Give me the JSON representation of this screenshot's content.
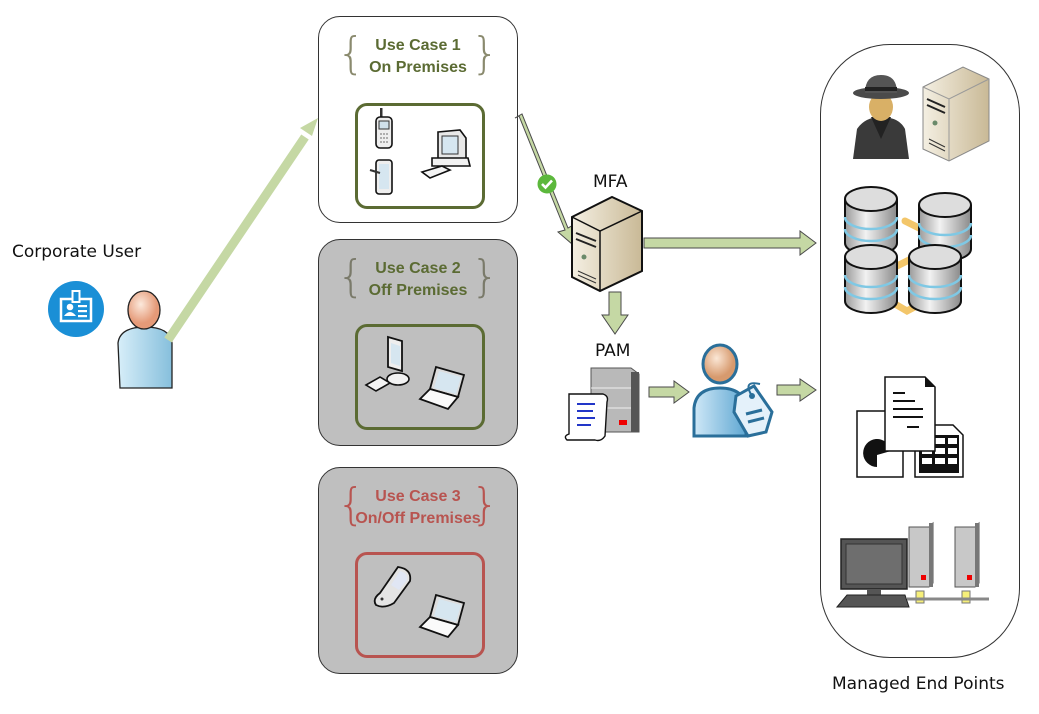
{
  "user": {
    "label": "Corporate User",
    "badge_icon": "id-badge-icon",
    "person_icon": "user-icon"
  },
  "use_cases": [
    {
      "line1": "Use Case 1",
      "line2": "On Premises",
      "text_color": "#5b6b33",
      "background": "white",
      "devices": [
        "cell-phone-icon",
        "tablet-icon",
        "desktop-computer-icon"
      ]
    },
    {
      "line1": "Use Case 2",
      "line2": "Off Premises",
      "text_color": "#5b6b33",
      "background": "grey",
      "devices": [
        "monitor-keyboard-icon",
        "laptop-icon"
      ]
    },
    {
      "line1": "Use Case 3",
      "line2": "On/Off Premises",
      "text_color": "#b85450",
      "background": "grey",
      "devices": [
        "flip-phone-icon",
        "laptop-icon"
      ]
    }
  ],
  "mfa": {
    "label": "MFA",
    "icon": "server-tower-icon",
    "check_icon": "checkmark-icon"
  },
  "pam": {
    "label": "PAM",
    "icon": "server-script-icon",
    "identity_icon": "user-tag-icon"
  },
  "endpoints": {
    "label": "Managed End Points",
    "items": [
      "spy-user-icon",
      "server-tower-icon",
      "database-cluster-icon",
      "documents-icon",
      "network-workstation-icon"
    ]
  },
  "colors": {
    "arrow_fill": "#c5d8a4",
    "arrow_stroke": "#4a4a4a",
    "badge_blue": "#1a8fd6",
    "check_green": "#5cb83c"
  }
}
